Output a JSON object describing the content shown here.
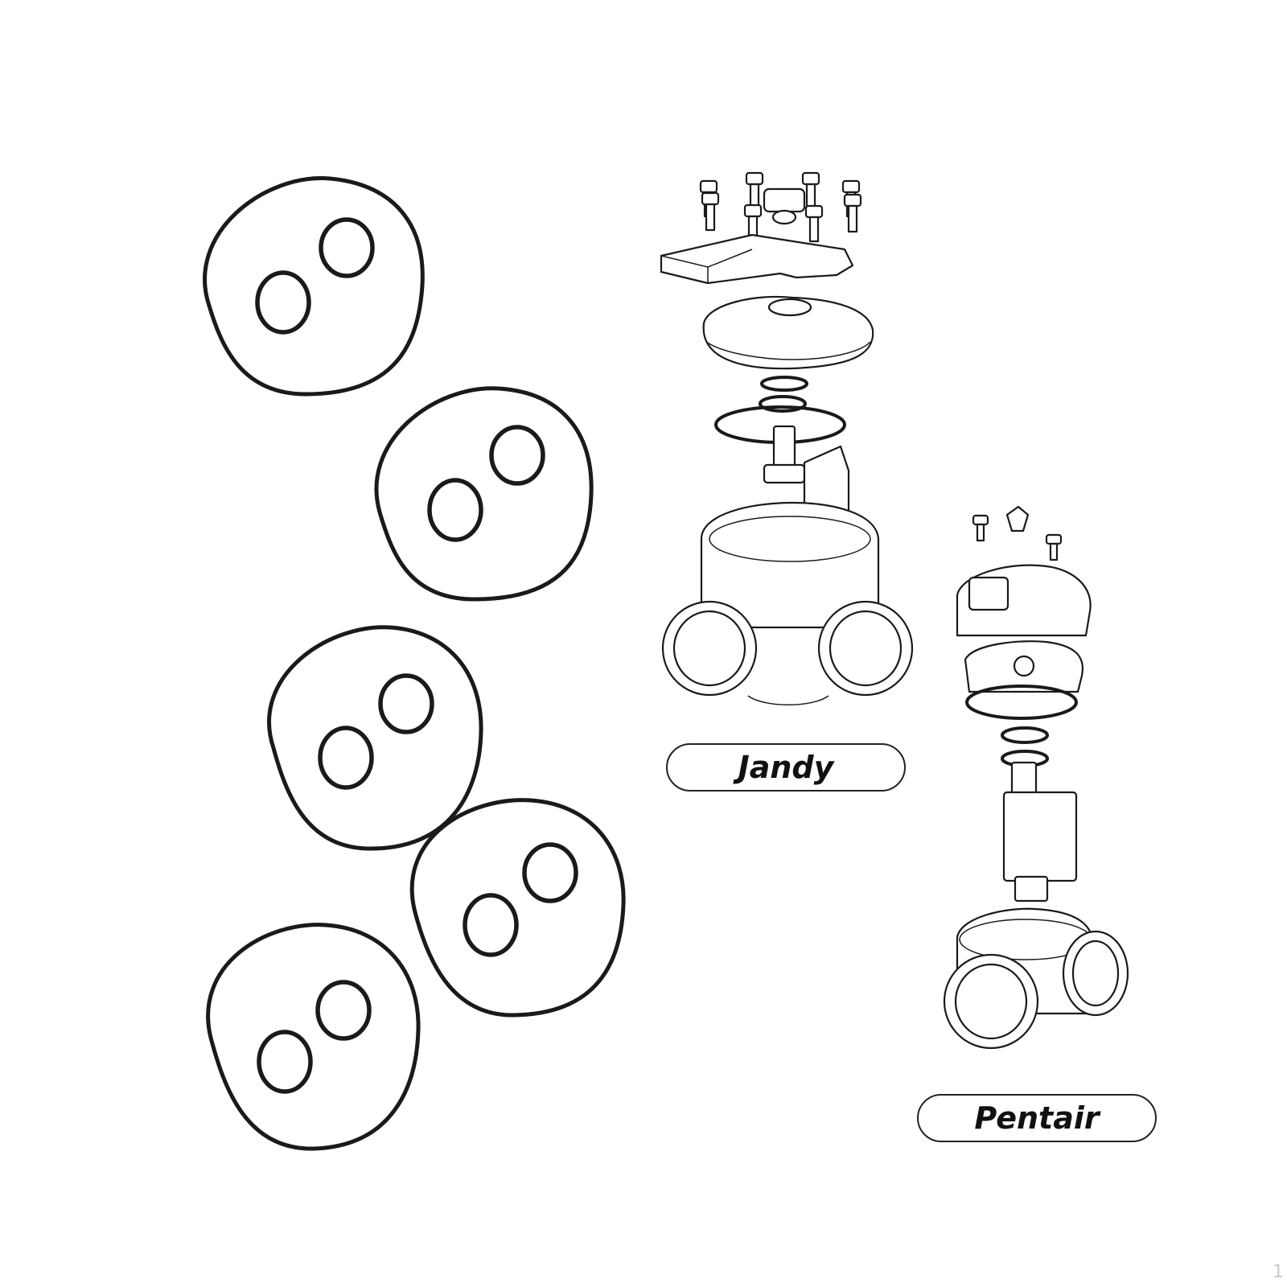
{
  "labels": {
    "jandy": "Jandy",
    "pentair": "Pentair"
  },
  "page_mark": "1",
  "colors": {
    "ink": "#1a1a1a",
    "background": "#ffffff"
  }
}
